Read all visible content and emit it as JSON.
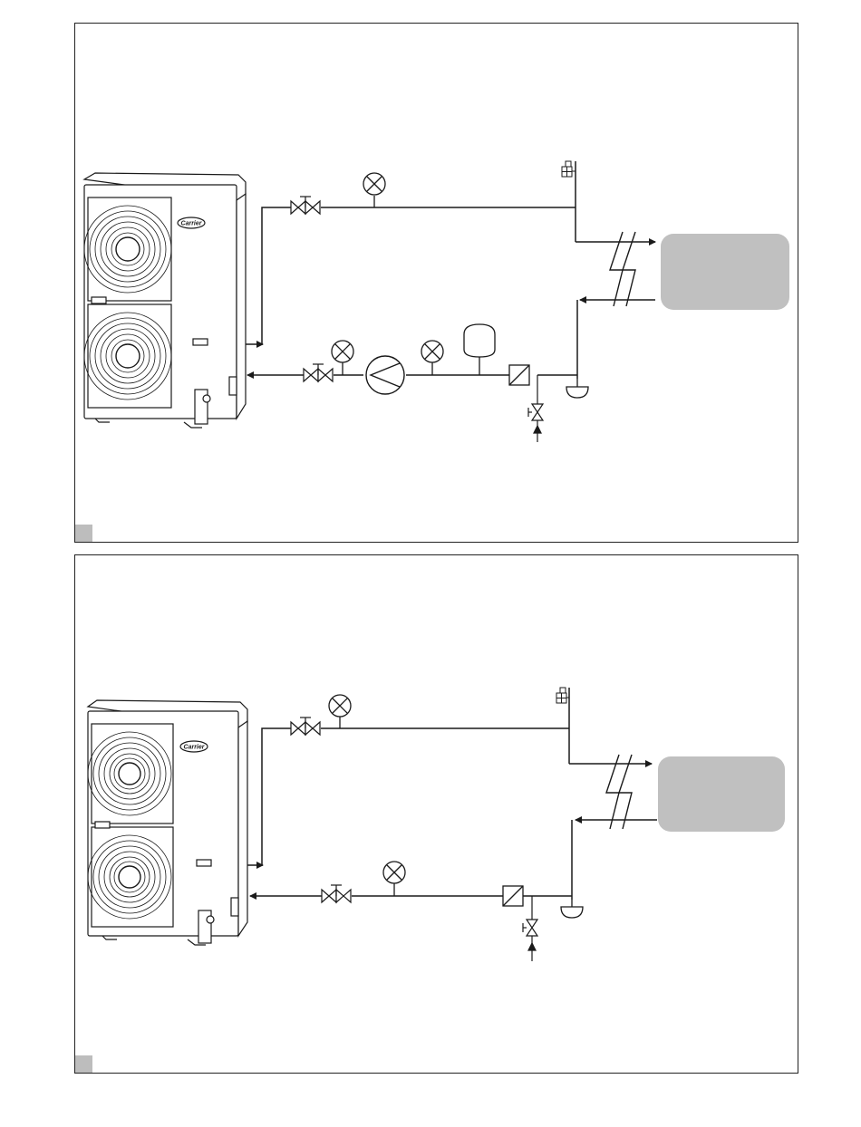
{
  "figures": [
    {
      "id": "top",
      "brand_logo": "Carrier",
      "components": [
        "heat-pump-outdoor-unit",
        "shutoff-valve",
        "pressure-gauge",
        "circulation-pump",
        "expansion-vessel",
        "strainer-filter",
        "fill-valve",
        "air-vent",
        "drain-pan",
        "indoor-terminal-unit"
      ]
    },
    {
      "id": "bottom",
      "brand_logo": "Carrier",
      "components": [
        "heat-pump-outdoor-unit",
        "shutoff-valve",
        "pressure-gauge",
        "strainer-filter",
        "fill-valve",
        "air-vent",
        "drain-pan",
        "indoor-terminal-unit"
      ]
    }
  ],
  "colors": {
    "line": "#1a1a1a",
    "terminal_fill": "#c0c0c0",
    "corner_tag": "#bdbdbd"
  }
}
